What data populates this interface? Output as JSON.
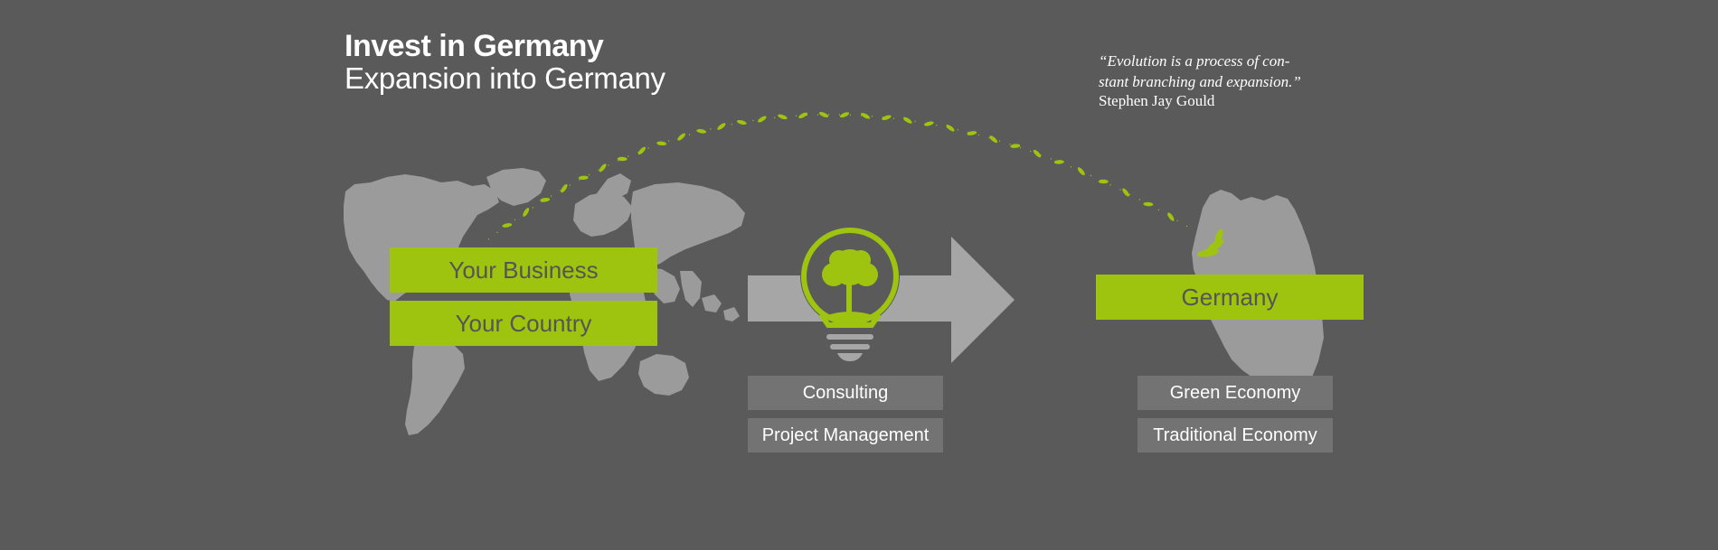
{
  "header": {
    "title": "Invest in Germany",
    "subtitle": "Expansion into Germany"
  },
  "quote": {
    "text_line1": "“Evolution is a process of con-",
    "text_line2": "stant branching and expansion.”",
    "author": "Stephen Jay Gould"
  },
  "origin": {
    "business_label": "Your Business",
    "country_label": "Your Country"
  },
  "services": {
    "consulting_label": "Consulting",
    "project_management_label": "Project Management"
  },
  "destination": {
    "germany_label": "Germany",
    "green_economy_label": "Green Economy",
    "traditional_economy_label": "Traditional Economy"
  },
  "icons": {
    "world": "world-map-icon",
    "germany": "germany-map-icon",
    "bulb": "lightbulb-tree-icon",
    "arrow": "right-arrow-icon",
    "leaves": "leaf-trail-icon"
  },
  "colors": {
    "background": "#5a5a5a",
    "accent_green": "#9fc40f",
    "map_gray": "#9b9b9b",
    "arrow_gray": "#a6a6a6",
    "box_gray": "#737373"
  }
}
